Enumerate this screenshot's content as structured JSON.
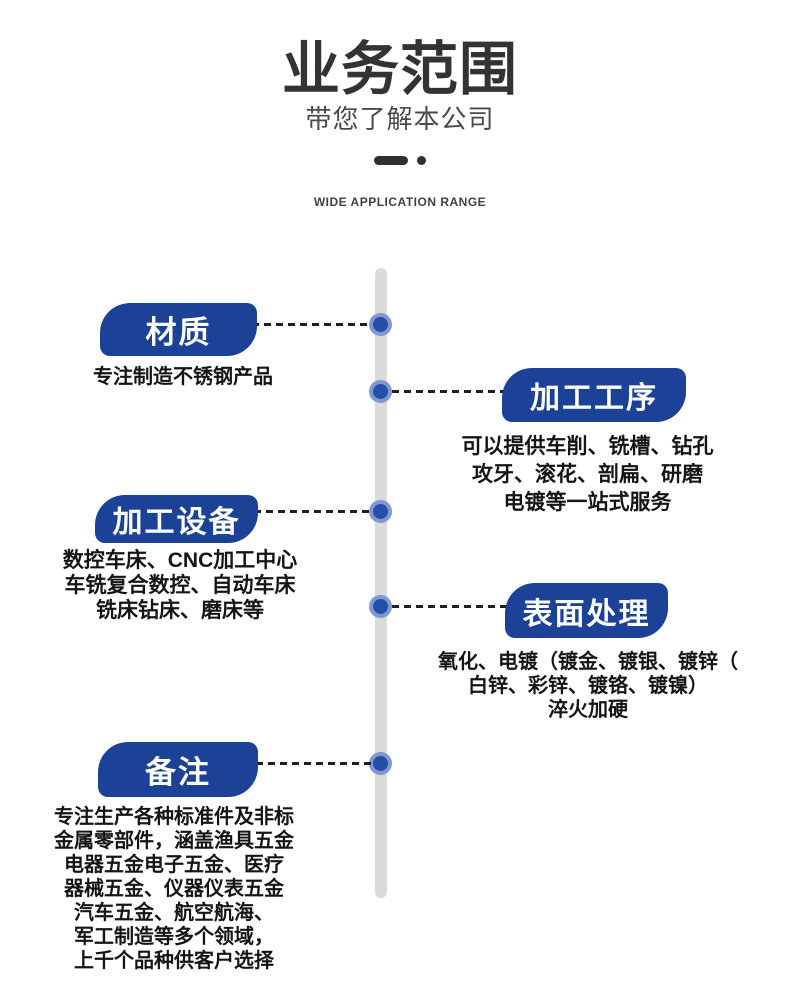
{
  "header": {
    "title": "业务范围",
    "subtitle": "带您了解本公司",
    "caption": "WIDE APPLICATION RANGE"
  },
  "colors": {
    "banner_blue": "#1c4298",
    "dot_core": "#2350a5",
    "dot_ring": "#7f97d4",
    "timeline_bar": "#dbdbdb",
    "title_text": "#333333",
    "body_text": "#151515"
  },
  "timeline": {
    "items": [
      {
        "side": "left",
        "label": "材质",
        "lines": [
          "专注制造不锈钢产品"
        ]
      },
      {
        "side": "right",
        "label": "加工工序",
        "lines": [
          "可以提供车削、铣槽、钻孔",
          "攻牙、滚花、剖扁、研磨",
          "电镀等一站式服务"
        ]
      },
      {
        "side": "left",
        "label": "加工设备",
        "lines": [
          "数控车床、CNC加工中心",
          "车铣复合数控、自动车床",
          "铣床钻床、磨床等"
        ]
      },
      {
        "side": "right",
        "label": "表面处理",
        "lines": [
          "氧化、电镀（镀金、镀银、镀锌（",
          "白锌、彩锌、镀铬、镀镍）",
          "淬火加硬"
        ]
      },
      {
        "side": "left",
        "label": "备注",
        "lines": [
          "专注生产各种标准件及非标",
          "金属零部件，涵盖渔具五金",
          "电器五金电子五金、医疗",
          "器械五金、仪器仪表五金",
          "汽车五金、航空航海、",
          "军工制造等多个领域，",
          "上千个品种供客户选择"
        ]
      }
    ]
  }
}
